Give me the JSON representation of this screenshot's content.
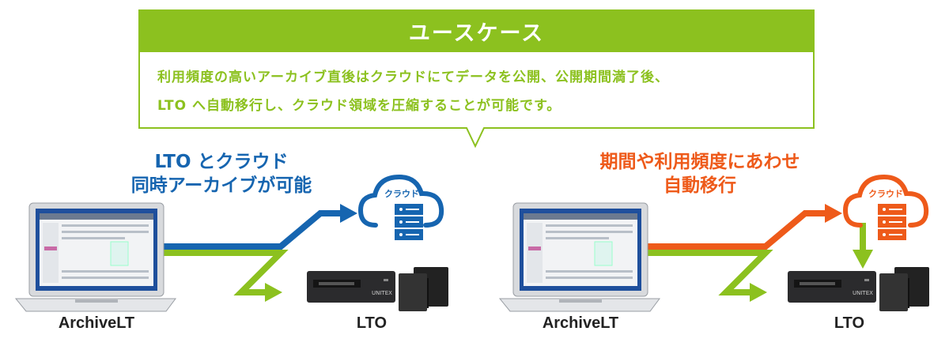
{
  "callout": {
    "title": "ユースケース",
    "line1": "利用頻度の高いアーカイブ直後はクラウドにてデータを公開、公開期間満了後、",
    "line2": "LTO へ自動移行し、クラウド領域を圧縮することが可能です。",
    "color": "#8cc11f"
  },
  "left_panel": {
    "heading_line1": "LTO とクラウド",
    "heading_line2": "同時アーカイブが可能",
    "heading_color": "#1665b0",
    "cloud_label": "クラウド",
    "laptop_label": "ArchiveLT",
    "lto_label": "LTO",
    "drive_brand": "UNITEX"
  },
  "right_panel": {
    "heading_line1": "期間や利用頻度にあわせ",
    "heading_line2": "自動移行",
    "heading_color": "#ee5a1a",
    "cloud_label": "クラウド",
    "laptop_label": "ArchiveLT",
    "lto_label": "LTO",
    "drive_brand": "UNITEX"
  },
  "icons": [
    "laptop-icon",
    "cloud-server-icon",
    "lto-drive-icon",
    "tape-cartridge-icon",
    "arrow-icon"
  ]
}
